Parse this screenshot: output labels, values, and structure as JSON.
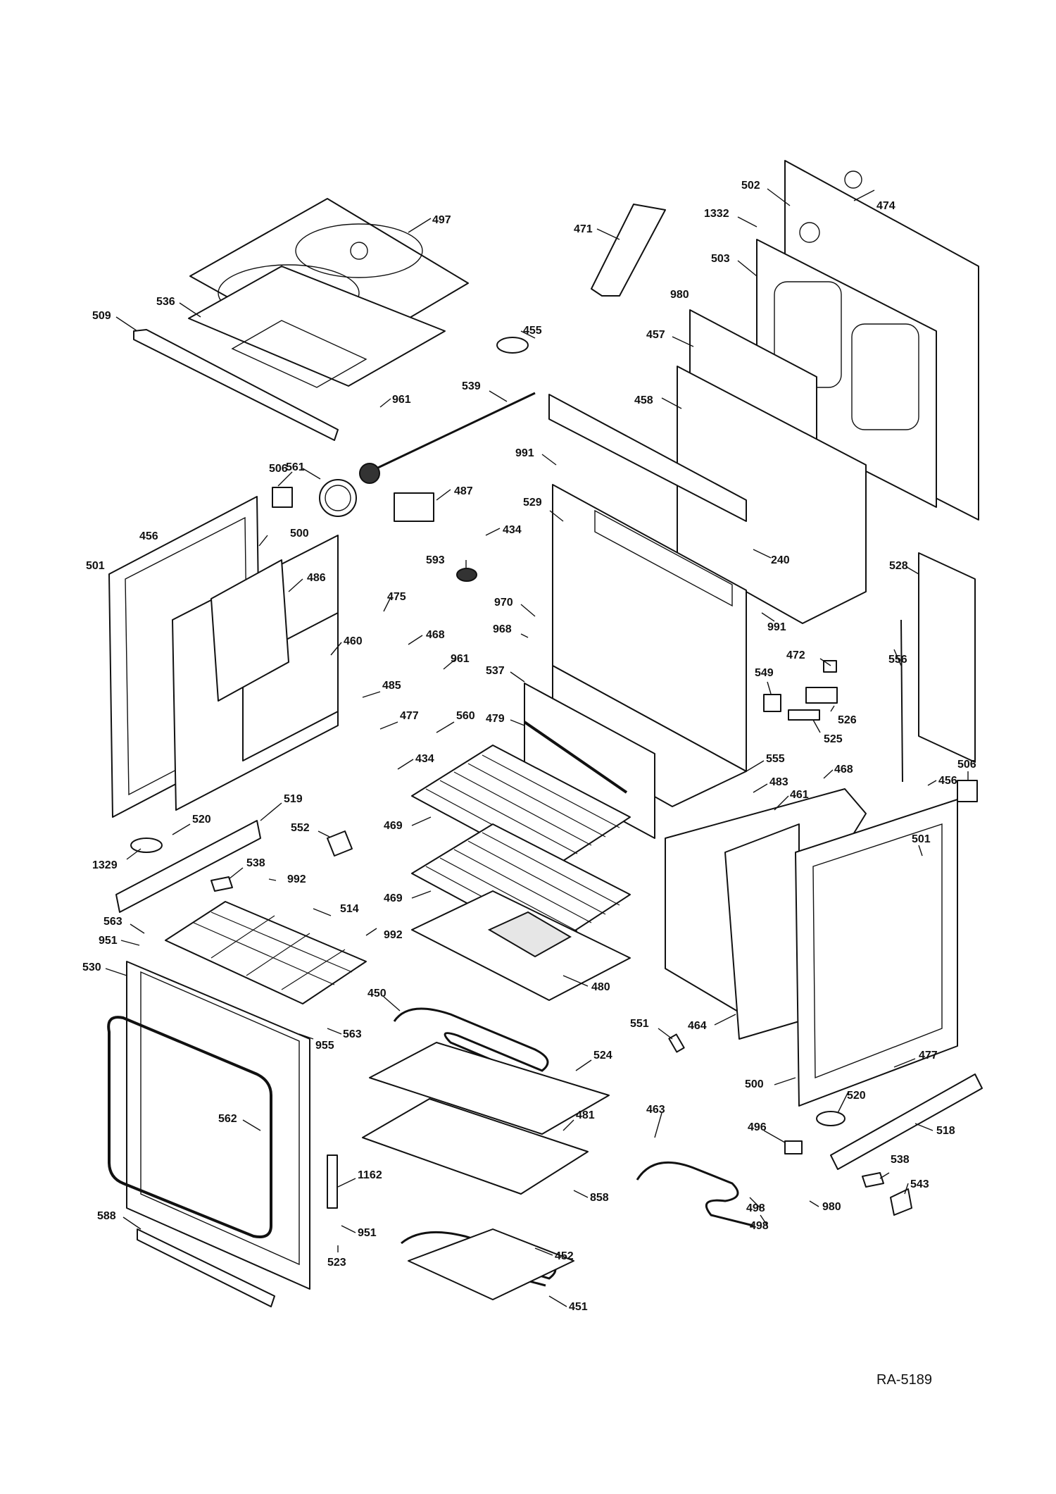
{
  "drawing_ref": "RA-5189",
  "callouts": [
    {
      "id": "c474",
      "label": "474"
    },
    {
      "id": "c502",
      "label": "502"
    },
    {
      "id": "c497",
      "label": "497"
    },
    {
      "id": "c471",
      "label": "471"
    },
    {
      "id": "c1332",
      "label": "1332"
    },
    {
      "id": "c503",
      "label": "503"
    },
    {
      "id": "c536",
      "label": "536"
    },
    {
      "id": "c509",
      "label": "509"
    },
    {
      "id": "c980a",
      "label": "980"
    },
    {
      "id": "c455",
      "label": "455"
    },
    {
      "id": "c457",
      "label": "457"
    },
    {
      "id": "c539",
      "label": "539"
    },
    {
      "id": "c961a",
      "label": "961"
    },
    {
      "id": "c458",
      "label": "458"
    },
    {
      "id": "c991a",
      "label": "991"
    },
    {
      "id": "c506a",
      "label": "506"
    },
    {
      "id": "c561",
      "label": "561"
    },
    {
      "id": "c487",
      "label": "487"
    },
    {
      "id": "c529",
      "label": "529"
    },
    {
      "id": "c456a",
      "label": "456"
    },
    {
      "id": "c500a",
      "label": "500"
    },
    {
      "id": "c434a",
      "label": "434"
    },
    {
      "id": "c240",
      "label": "240"
    },
    {
      "id": "c501a",
      "label": "501"
    },
    {
      "id": "c486",
      "label": "486"
    },
    {
      "id": "c593",
      "label": "593"
    },
    {
      "id": "c528",
      "label": "528"
    },
    {
      "id": "c475",
      "label": "475"
    },
    {
      "id": "c970",
      "label": "970"
    },
    {
      "id": "c991b",
      "label": "991"
    },
    {
      "id": "c968",
      "label": "968"
    },
    {
      "id": "c468a",
      "label": "468"
    },
    {
      "id": "c460",
      "label": "460"
    },
    {
      "id": "c961b",
      "label": "961"
    },
    {
      "id": "c472",
      "label": "472"
    },
    {
      "id": "c556",
      "label": "556"
    },
    {
      "id": "c537",
      "label": "537"
    },
    {
      "id": "c549",
      "label": "549"
    },
    {
      "id": "c485",
      "label": "485"
    },
    {
      "id": "c477a",
      "label": "477"
    },
    {
      "id": "c560",
      "label": "560"
    },
    {
      "id": "c479",
      "label": "479"
    },
    {
      "id": "c526",
      "label": "526"
    },
    {
      "id": "c525",
      "label": "525"
    },
    {
      "id": "c434b",
      "label": "434"
    },
    {
      "id": "c555",
      "label": "555"
    },
    {
      "id": "c506b",
      "label": "506"
    },
    {
      "id": "c483",
      "label": "483"
    },
    {
      "id": "c468b",
      "label": "468"
    },
    {
      "id": "c456b",
      "label": "456"
    },
    {
      "id": "c461",
      "label": "461"
    },
    {
      "id": "c519",
      "label": "519"
    },
    {
      "id": "c520a",
      "label": "520"
    },
    {
      "id": "c552",
      "label": "552"
    },
    {
      "id": "c469a",
      "label": "469"
    },
    {
      "id": "c501b",
      "label": "501"
    },
    {
      "id": "c1329",
      "label": "1329"
    },
    {
      "id": "c538a",
      "label": "538"
    },
    {
      "id": "c992a",
      "label": "992"
    },
    {
      "id": "c469b",
      "label": "469"
    },
    {
      "id": "c514",
      "label": "514"
    },
    {
      "id": "c563a",
      "label": "563"
    },
    {
      "id": "c992b",
      "label": "992"
    },
    {
      "id": "c951a",
      "label": "951"
    },
    {
      "id": "c530",
      "label": "530"
    },
    {
      "id": "c480",
      "label": "480"
    },
    {
      "id": "c450",
      "label": "450"
    },
    {
      "id": "c551",
      "label": "551"
    },
    {
      "id": "c464",
      "label": "464"
    },
    {
      "id": "c563b",
      "label": "563"
    },
    {
      "id": "c955",
      "label": "955"
    },
    {
      "id": "c477b",
      "label": "477"
    },
    {
      "id": "c524",
      "label": "524"
    },
    {
      "id": "c500b",
      "label": "500"
    },
    {
      "id": "c562",
      "label": "562"
    },
    {
      "id": "c520b",
      "label": "520"
    },
    {
      "id": "c463",
      "label": "463"
    },
    {
      "id": "c481",
      "label": "481"
    },
    {
      "id": "c496",
      "label": "496"
    },
    {
      "id": "c518",
      "label": "518"
    },
    {
      "id": "c538b",
      "label": "538"
    },
    {
      "id": "c1162",
      "label": "1162"
    },
    {
      "id": "c543",
      "label": "543"
    },
    {
      "id": "c858",
      "label": "858"
    },
    {
      "id": "c498a",
      "label": "498"
    },
    {
      "id": "c980b",
      "label": "980"
    },
    {
      "id": "c588",
      "label": "588"
    },
    {
      "id": "c498b",
      "label": "498"
    },
    {
      "id": "c951b",
      "label": "951"
    },
    {
      "id": "c452",
      "label": "452"
    },
    {
      "id": "c523",
      "label": "523"
    },
    {
      "id": "c451",
      "label": "451"
    }
  ]
}
